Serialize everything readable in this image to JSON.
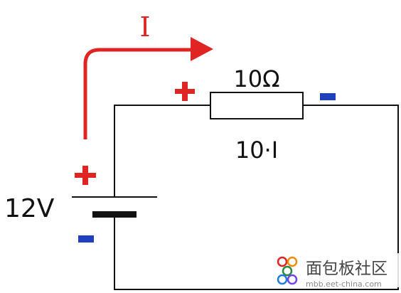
{
  "diagram": {
    "current_label": "I",
    "voltage_label": "12V",
    "resistance_label": "10Ω",
    "voltage_drop_label": "10·I",
    "colors": {
      "wire": "#111111",
      "current_arrow": "#e02424",
      "plus_sign": "#e02424",
      "minus_sign": "#1f3fbf"
    }
  },
  "watermark": {
    "brand_text": "面包板社区",
    "url_text": "mbb.eet-china.com",
    "icon": "mianbaoban-logo-icon"
  }
}
